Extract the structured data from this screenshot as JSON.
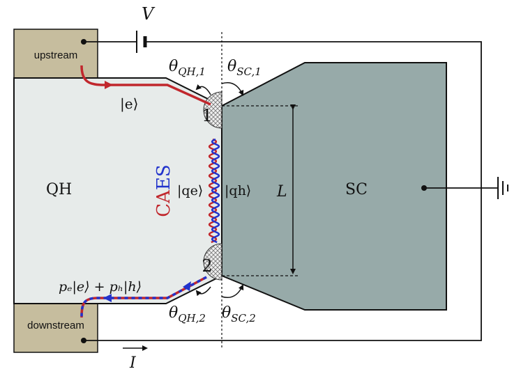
{
  "labels": {
    "voltage": "V",
    "current": "I",
    "upstream": "upstream",
    "downstream": "downstream",
    "qh_region": "QH",
    "sc_region": "SC",
    "caes": "CAES",
    "electron_state": "|e⟩",
    "qe_state": "|qe⟩",
    "qh_state": "|qh⟩",
    "length": "L",
    "output_state": "pₑ|e⟩ + pₕ|h⟩",
    "corner_1": "1",
    "corner_2": "2",
    "theta_qh1_base": "θ",
    "theta_qh1_sub": "QH,1",
    "theta_sc1_base": "θ",
    "theta_sc1_sub": "SC,1",
    "theta_qh2_base": "θ",
    "theta_qh2_sub": "QH,2",
    "theta_sc2_base": "θ",
    "theta_sc2_sub": "SC,2"
  },
  "colors": {
    "contact_fill": "#c6bd9e",
    "qh_fill": "#e7ebea",
    "sc_fill": "#97aaa9",
    "electron": "#c1272d",
    "hole": "#2233cc",
    "wire": "#111111"
  }
}
